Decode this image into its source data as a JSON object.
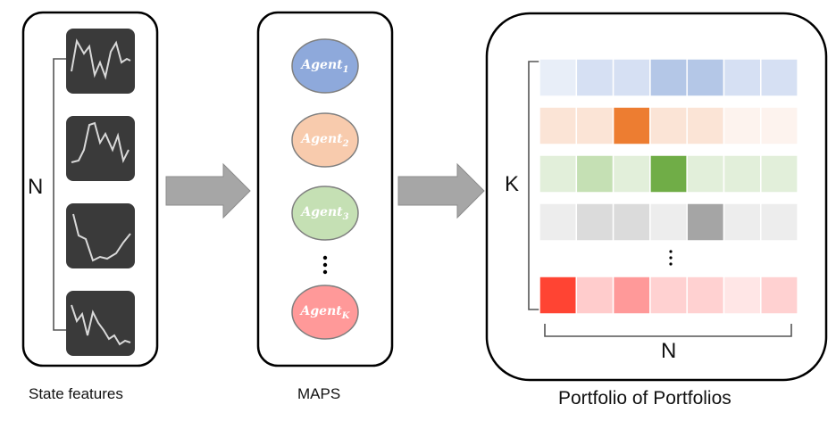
{
  "labels": {
    "state_features": "State features",
    "maps": "MAPS",
    "portfolio_of_portfolios": "Portfolio of Portfolios",
    "n_left": "N",
    "k_right": "K",
    "n_bottom": "N"
  },
  "agents": [
    {
      "name": "Agent",
      "sub": "1",
      "color": "#8EA9DB"
    },
    {
      "name": "Agent",
      "sub": "2",
      "color": "#F8CBAD"
    },
    {
      "name": "Agent",
      "sub": "3",
      "color": "#C5E0B4"
    },
    {
      "name": "Agent",
      "sub": "K",
      "color": "#FF9999"
    }
  ],
  "portfolio_rows": [
    [
      "#E8EEF8",
      "#D6E0F3",
      "#D6E0F3",
      "#B4C7E7",
      "#B4C7E7",
      "#D6E0F3",
      "#D6E0F3"
    ],
    [
      "#FBE4D6",
      "#FBE4D6",
      "#ED7D31",
      "#FBE4D6",
      "#FBE4D6",
      "#FDF3EE",
      "#FDF3EE"
    ],
    [
      "#E2EFDA",
      "#C5E0B4",
      "#E2EFDA",
      "#70AD47",
      "#E2EFDA",
      "#E2EFDA",
      "#E2EFDA"
    ],
    [
      "#EDEDED",
      "#DBDBDB",
      "#DBDBDB",
      "#EDEDED",
      "#A5A5A5",
      "#EDEDED",
      "#EDEDED"
    ],
    [
      "#FF4433",
      "#FFCCCC",
      "#FF9999",
      "#FFD1D1",
      "#FFD1D1",
      "#FFE6E6",
      "#FFD1D1"
    ]
  ]
}
